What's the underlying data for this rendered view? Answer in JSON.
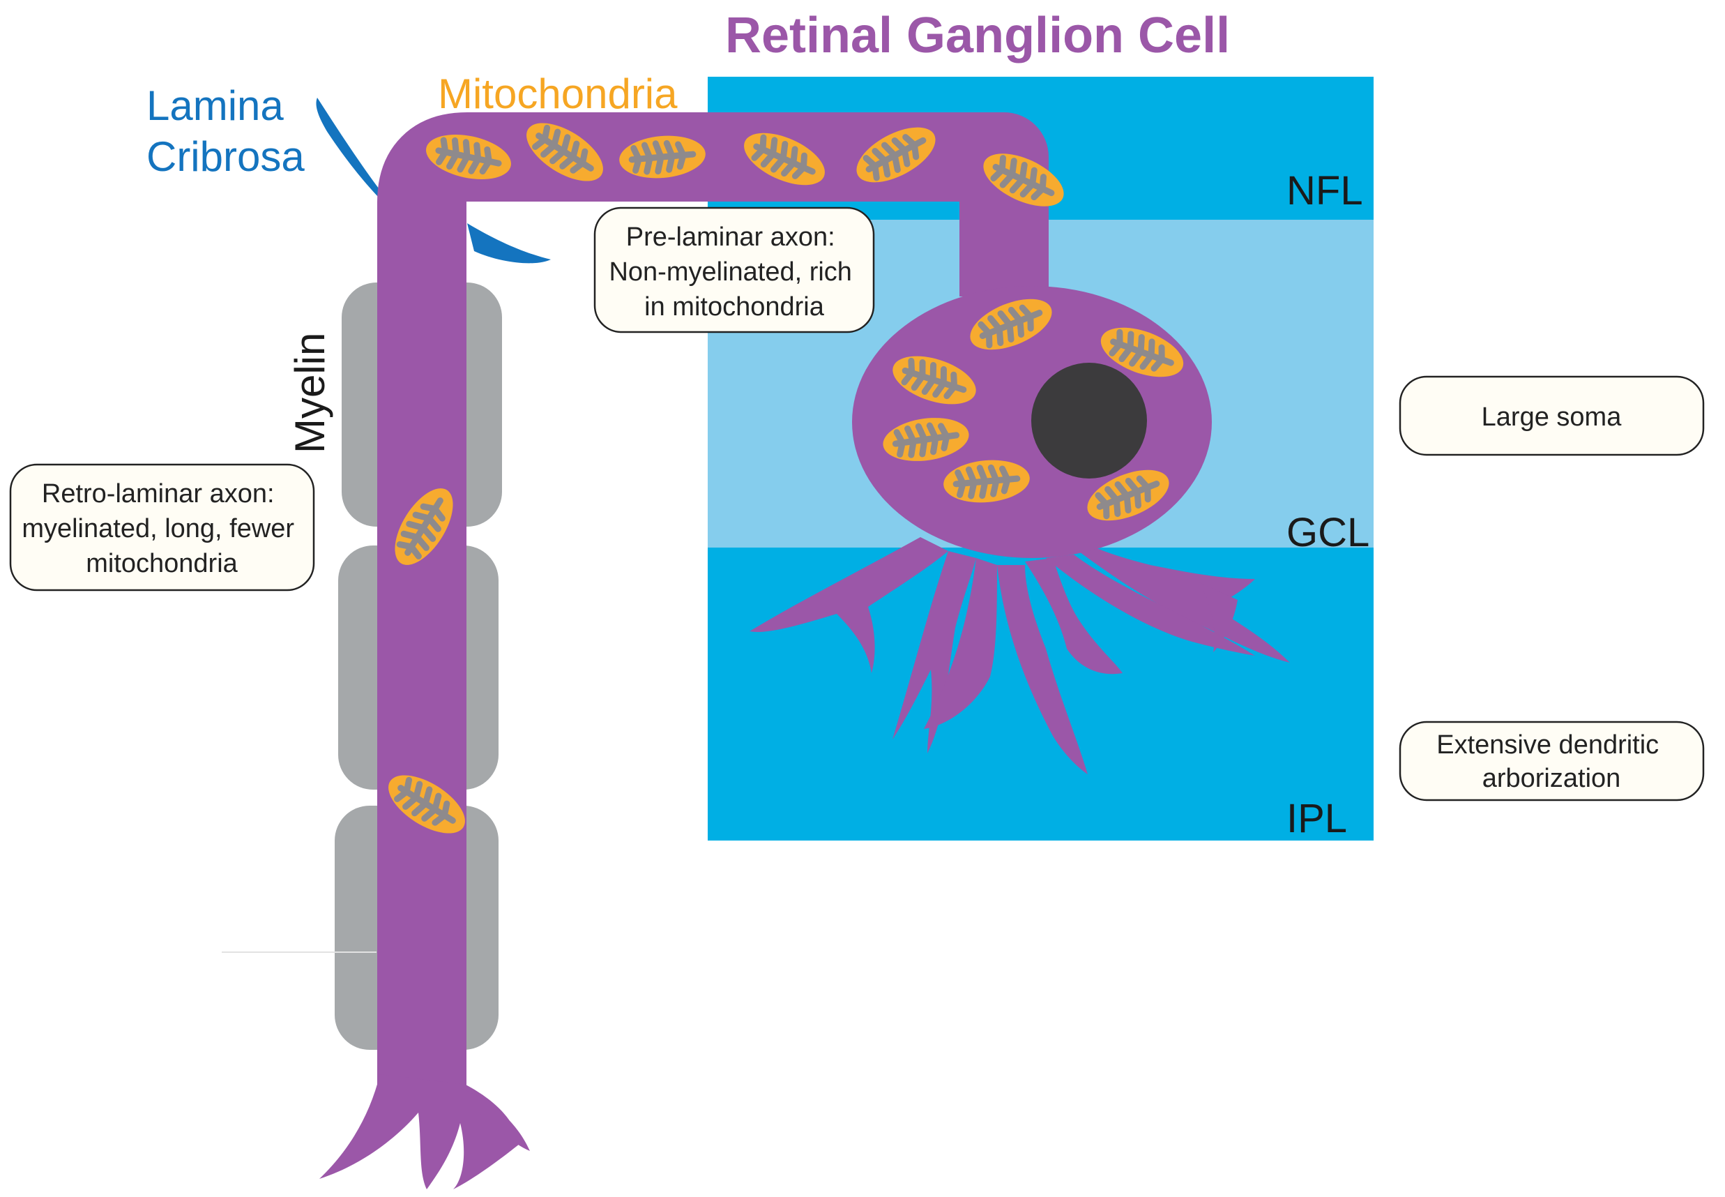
{
  "title": "Retinal Ganglion Cell",
  "labels": {
    "lamina_line1": "Lamina",
    "lamina_line2": "Cribrosa",
    "mitochondria": "Mitochondria",
    "myelin": "Myelin"
  },
  "layers": {
    "nfl": "NFL",
    "gcl": "GCL",
    "ipl": "IPL"
  },
  "callouts": {
    "pre_laminar": [
      "Pre-laminar axon:",
      "Non-myelinated, rich",
      "in mitochondria"
    ],
    "retro_laminar": [
      "Retro-laminar axon:",
      "myelinated, long, fewer",
      "mitochondria"
    ],
    "large_soma": [
      "Large soma"
    ],
    "dendritic": [
      "Extensive dendritic",
      "arborization"
    ]
  },
  "colors": {
    "cell": "#9b57a8",
    "title": "#9b57a8",
    "mitochondria_fill": "#f7ab2f",
    "mitochondria_cristae": "#8e8a8c",
    "mitochondria_label": "#f6a623",
    "lamina": "#1474bf",
    "nfl_layer": "#00afe4",
    "gcl_layer": "#85cded",
    "ipl_layer": "#00afe4",
    "myelin": "#a5a8aa",
    "nucleus": "#3c3b3d"
  }
}
